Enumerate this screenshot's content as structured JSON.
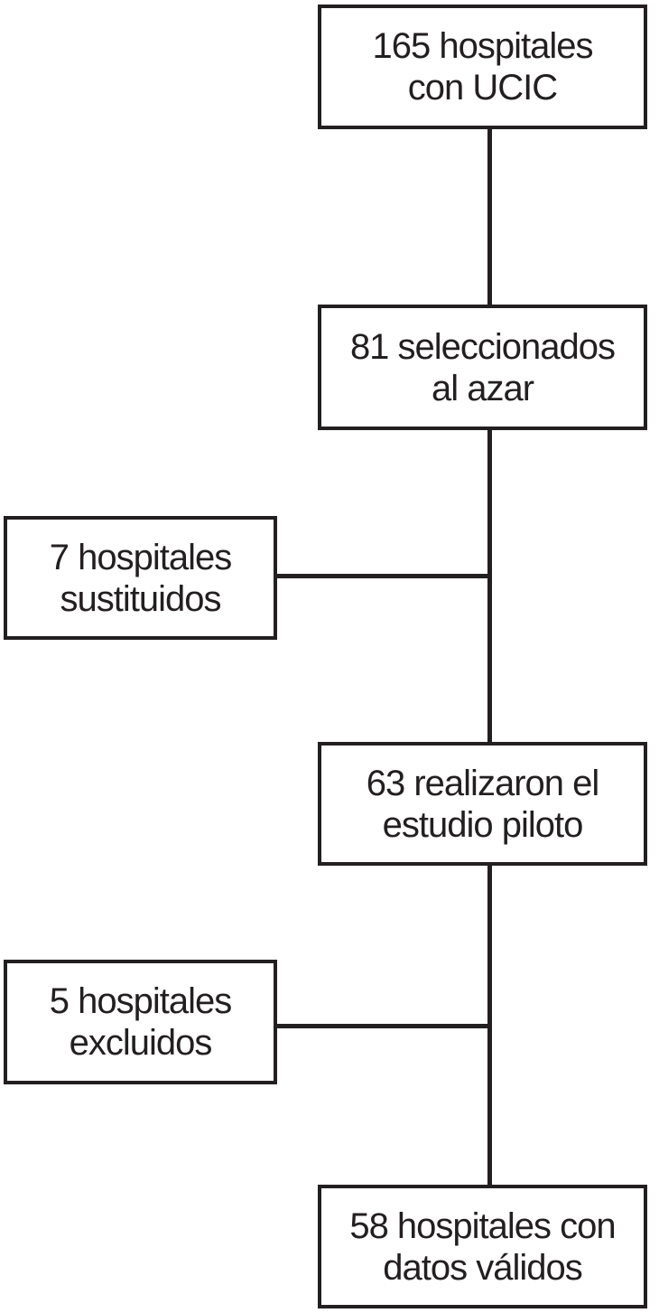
{
  "diagram": {
    "type": "flowchart",
    "language": "es",
    "boxes": {
      "hospitals_ucic": {
        "line1": "165 hospitales",
        "line2": "con UCIC"
      },
      "selected_random": {
        "line1": "81 seleccionados",
        "line2": "al azar"
      },
      "substituted": {
        "line1": "7 hospitales",
        "line2": "sustituidos"
      },
      "pilot_study": {
        "line1": "63 realizaron el",
        "line2": "estudio piloto"
      },
      "excluded": {
        "line1": "5 hospitales",
        "line2": "excluidos"
      },
      "valid_data": {
        "line1": "58 hospitales con",
        "line2": "datos válidos"
      }
    },
    "colors": {
      "line": "#231f20",
      "text": "#231f20",
      "background": "#ffffff"
    }
  }
}
